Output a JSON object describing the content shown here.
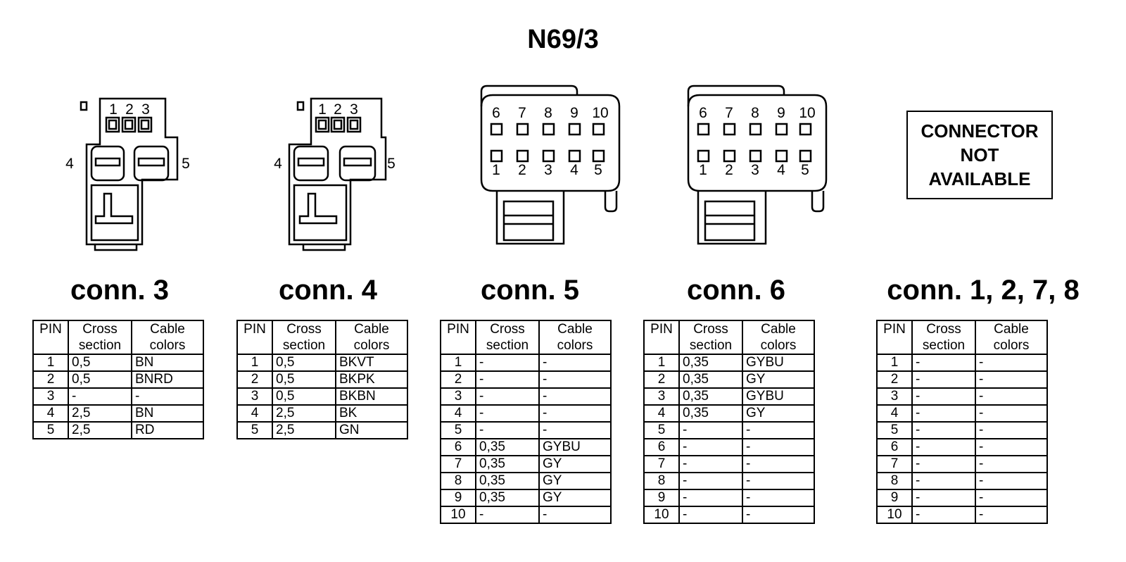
{
  "title": "N69/3",
  "headers": {
    "pin": "PIN",
    "cross": "Cross section",
    "colors": "Cable colors"
  },
  "not_available": [
    "CONNECTOR",
    "NOT",
    "AVAILABLE"
  ],
  "connectors": [
    {
      "label": "conn. 3",
      "pin_labels": [
        "1",
        "2",
        "3",
        "4",
        "5"
      ],
      "rows": [
        {
          "pin": "1",
          "cross": "0,5",
          "color": "BN"
        },
        {
          "pin": "2",
          "cross": "0,5",
          "color": "BNRD"
        },
        {
          "pin": "3",
          "cross": "-",
          "color": "-"
        },
        {
          "pin": "4",
          "cross": "2,5",
          "color": "BN"
        },
        {
          "pin": "5",
          "cross": "2,5",
          "color": "RD"
        }
      ]
    },
    {
      "label": "conn. 4",
      "pin_labels": [
        "1",
        "2",
        "3",
        "4",
        "5"
      ],
      "rows": [
        {
          "pin": "1",
          "cross": "0,5",
          "color": "BKVT"
        },
        {
          "pin": "2",
          "cross": "0,5",
          "color": "BKPK"
        },
        {
          "pin": "3",
          "cross": "0,5",
          "color": "BKBN"
        },
        {
          "pin": "4",
          "cross": "2,5",
          "color": "BK"
        },
        {
          "pin": "5",
          "cross": "2,5",
          "color": "GN"
        }
      ]
    },
    {
      "label": "conn. 5",
      "pin_labels": [
        "6",
        "7",
        "8",
        "9",
        "10",
        "1",
        "2",
        "3",
        "4",
        "5"
      ],
      "rows": [
        {
          "pin": "1",
          "cross": "-",
          "color": "-"
        },
        {
          "pin": "2",
          "cross": "-",
          "color": "-"
        },
        {
          "pin": "3",
          "cross": "-",
          "color": "-"
        },
        {
          "pin": "4",
          "cross": "-",
          "color": "-"
        },
        {
          "pin": "5",
          "cross": "-",
          "color": "-"
        },
        {
          "pin": "6",
          "cross": "0,35",
          "color": "GYBU"
        },
        {
          "pin": "7",
          "cross": "0,35",
          "color": "GY"
        },
        {
          "pin": "8",
          "cross": "0,35",
          "color": "GY"
        },
        {
          "pin": "9",
          "cross": "0,35",
          "color": "GY"
        },
        {
          "pin": "10",
          "cross": "-",
          "color": "-"
        }
      ]
    },
    {
      "label": "conn. 6",
      "pin_labels": [
        "6",
        "7",
        "8",
        "9",
        "10",
        "1",
        "2",
        "3",
        "4",
        "5"
      ],
      "rows": [
        {
          "pin": "1",
          "cross": "0,35",
          "color": "GYBU"
        },
        {
          "pin": "2",
          "cross": "0,35",
          "color": "GY"
        },
        {
          "pin": "3",
          "cross": "0,35",
          "color": "GYBU"
        },
        {
          "pin": "4",
          "cross": "0,35",
          "color": "GY"
        },
        {
          "pin": "5",
          "cross": "-",
          "color": "-"
        },
        {
          "pin": "6",
          "cross": "-",
          "color": "-"
        },
        {
          "pin": "7",
          "cross": "-",
          "color": "-"
        },
        {
          "pin": "8",
          "cross": "-",
          "color": "-"
        },
        {
          "pin": "9",
          "cross": "-",
          "color": "-"
        },
        {
          "pin": "10",
          "cross": "-",
          "color": "-"
        }
      ]
    },
    {
      "label": "conn. 1, 2, 7, 8",
      "rows": [
        {
          "pin": "1",
          "cross": "-",
          "color": "-"
        },
        {
          "pin": "2",
          "cross": "-",
          "color": "-"
        },
        {
          "pin": "3",
          "cross": "-",
          "color": "-"
        },
        {
          "pin": "4",
          "cross": "-",
          "color": "-"
        },
        {
          "pin": "5",
          "cross": "-",
          "color": "-"
        },
        {
          "pin": "6",
          "cross": "-",
          "color": "-"
        },
        {
          "pin": "7",
          "cross": "-",
          "color": "-"
        },
        {
          "pin": "8",
          "cross": "-",
          "color": "-"
        },
        {
          "pin": "9",
          "cross": "-",
          "color": "-"
        },
        {
          "pin": "10",
          "cross": "-",
          "color": "-"
        }
      ]
    }
  ]
}
